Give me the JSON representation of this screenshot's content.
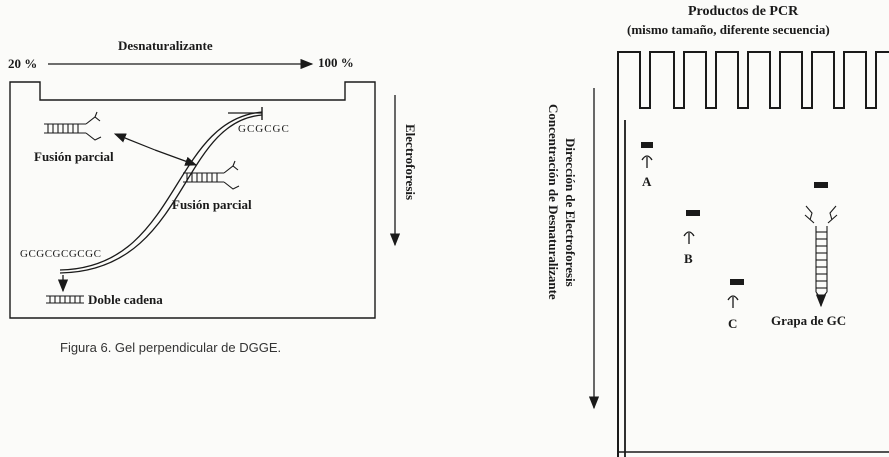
{
  "left_figure": {
    "denaturant_label": "Desnaturalizante",
    "start_percent": "20 %",
    "end_percent": "100 %",
    "electrophoresis_label": "Electroforesis",
    "top_gc_sequence": "GCGCGC",
    "partial_fusion_1": "Fusión parcial",
    "partial_fusion_2": "Fusión parcial",
    "bottom_gc_sequence": "GCGCGCGCGC",
    "double_strand_label": "Doble cadena",
    "caption": "Figura 6.  Gel perpendicular de DGGE."
  },
  "right_figure": {
    "title_line1": "Productos de PCR",
    "title_line2": "(mismo tamaño, diferente secuencia)",
    "axis_line1": "Dirección de Electroforesis",
    "axis_line2": "Concentración de Desnaturalizante",
    "lane_a": "A",
    "lane_b": "B",
    "lane_c": "C",
    "gc_clamp_label": "Grapa de GC"
  }
}
